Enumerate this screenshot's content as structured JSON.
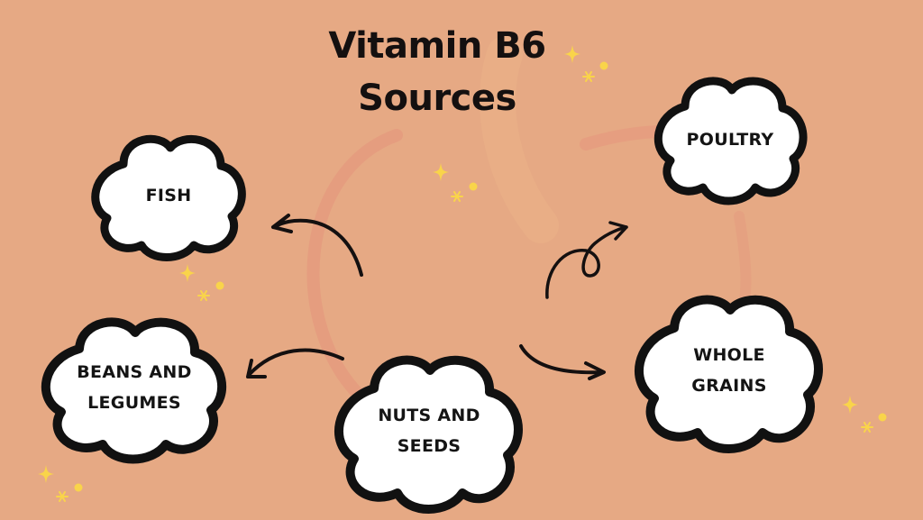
{
  "title": {
    "line1": "Vitamin B6",
    "line2": "Sources"
  },
  "sources": [
    {
      "id": "fish",
      "lines": [
        "FISH"
      ]
    },
    {
      "id": "poultry",
      "lines": [
        "POULTRY"
      ]
    },
    {
      "id": "beans-and-legumes",
      "lines": [
        "BEANS AND",
        "LEGUMES"
      ]
    },
    {
      "id": "nuts-and-seeds",
      "lines": [
        "NUTS AND",
        "SEEDS"
      ]
    },
    {
      "id": "whole-grains",
      "lines": [
        "WHOLE",
        "GRAINS"
      ]
    }
  ],
  "colors": {
    "background": "#E6A984",
    "cloud_fill": "#FFFFFF",
    "cloud_outline": "#111111",
    "text": "#141414",
    "sparkle": "#F9D44A",
    "bg_arc": "#E58F7A"
  },
  "icons": {
    "cloud": "cloud-shape",
    "arrow": "hand-drawn-arrow",
    "sparkle": "four-point-star"
  }
}
